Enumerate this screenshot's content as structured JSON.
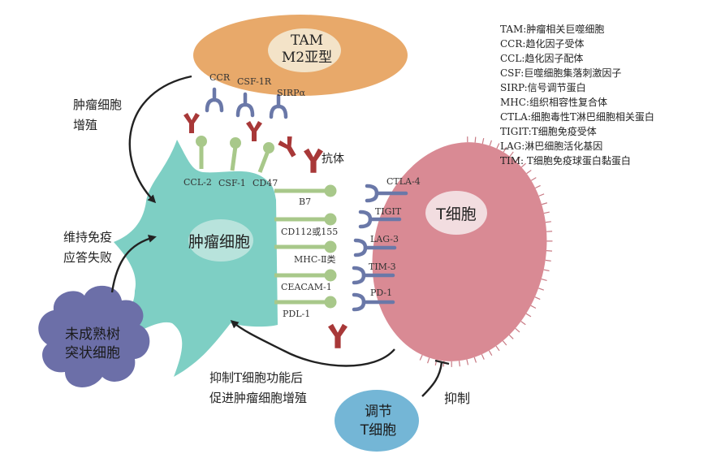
{
  "tam": {
    "line1": "TAM",
    "line2": "M2亚型"
  },
  "tam_receptors": {
    "ccr": "CCR",
    "csf1r": "CSF-1R",
    "sirpa": "SIRPα"
  },
  "tumor": {
    "name": "肿瘤细胞",
    "ligands_top": {
      "ccl2": "CCL-2",
      "csf1": "CSF-1",
      "cd47": "CD47"
    },
    "ligands_right": [
      "B7",
      "CD112或155",
      "MHC-Ⅱ类",
      "CEACAM-1",
      "PDL-1"
    ]
  },
  "antibody": {
    "label": "抗体"
  },
  "tcell": {
    "name": "T细胞",
    "receptors": [
      "CTLA-4",
      "TIGIT",
      "LAG-3",
      "TIM-3",
      "PD-1"
    ]
  },
  "immature_dc": {
    "line1": "未成熟树",
    "line2": "突状细胞"
  },
  "treg": {
    "line1": "调节",
    "line2": "T细胞"
  },
  "notes": {
    "proliferation": {
      "line1": "肿瘤细胞",
      "line2": "增殖"
    },
    "immune_failure": {
      "line1": "维持免疫",
      "line2": "应答失败"
    },
    "suppress": {
      "line1": "抑制T细胞功能后",
      "line2": "促进肿瘤细胞增殖"
    },
    "inhibit": "抑制"
  },
  "legend": [
    "TAM:肿瘤相关巨噬细胞",
    "CCR:趋化因子受体",
    "CCL:趋化因子配体",
    "CSF:巨噬细胞集落刺激因子",
    "SIRP:信号调节蛋白",
    "MHC:组织相容性复合体",
    "CTLA:细胞毒性T淋巴细胞相关蛋白",
    "TIGIT:T细胞免疫受体",
    "LAG:淋巴细胞活化基因",
    "TIM: T细胞免疫球蛋白黏蛋白"
  ],
  "colors": {
    "tam": "#e8a96a",
    "tam_core": "#f3e3c8",
    "tumor": "#7ecfc4",
    "tumor_core": "#b8e3dc",
    "tcell": "#d98a94",
    "tcell_core": "#f2dde0",
    "tcell_spikes": "#c87a84",
    "ligand": "#a8c88a",
    "receptor": "#6a78a8",
    "antibody": "#a83838",
    "immature_dc": "#6c6fa8",
    "treg": "#74b6d6",
    "arrow": "#222222"
  }
}
